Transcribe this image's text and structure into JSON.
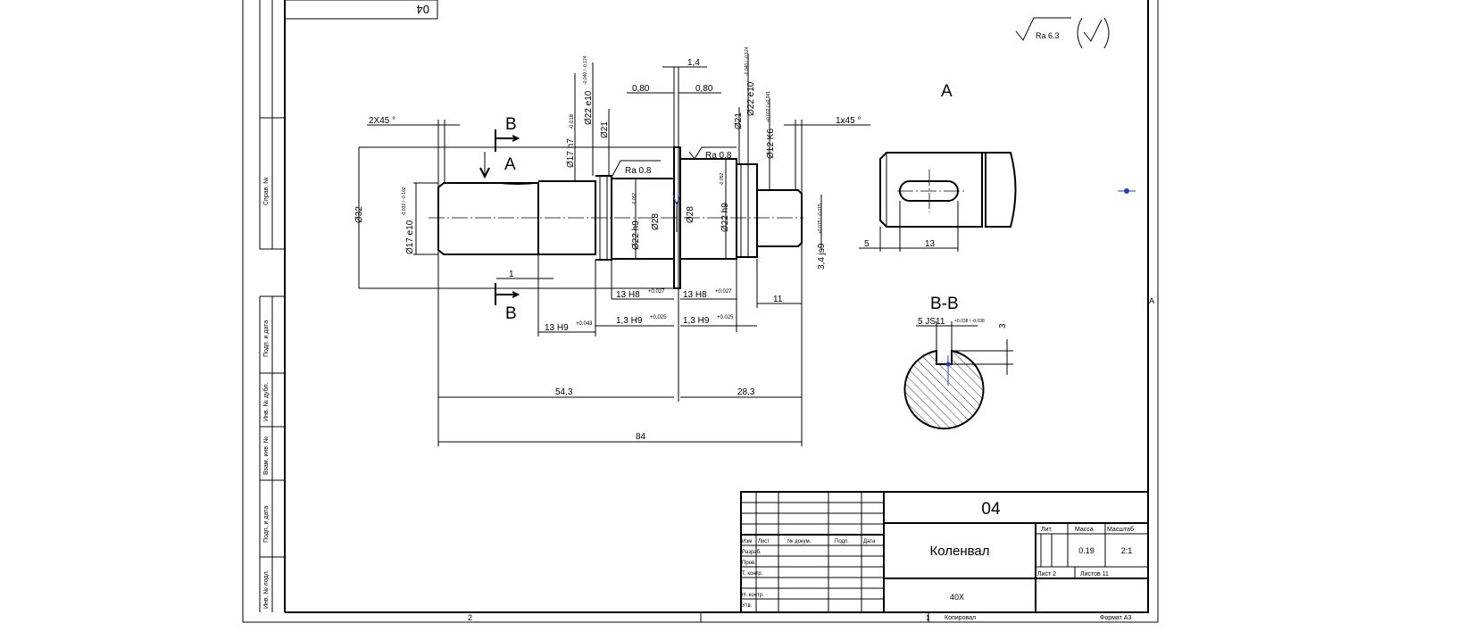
{
  "stamp": {
    "drawing_code": "04",
    "part_name": "Коленвал",
    "material": "40X",
    "mass": "0.19",
    "scale": "2:1",
    "sheet": "Лист 2",
    "sheets_total": "Листов 11",
    "col_lit": "Лит.",
    "col_mass": "Масса",
    "col_scale": "Масштаб",
    "hdr_izm": "Изм",
    "hdr_list": "Лист",
    "hdr_doc": "№ докум.",
    "hdr_sign": "Подп.",
    "hdr_date": "Дата",
    "role_razrab": "Разраб.",
    "role_prov": "Пров.",
    "role_tkontr": "Т. контр.",
    "role_nkontr": "Н. контр.",
    "role_utv": "Утв.",
    "copied": "Копировал",
    "format": "Формат А3",
    "bottom_left_num": "2",
    "bottom_mid_num": "1"
  },
  "left_strip": {
    "sprav": "Справ. №",
    "podp_data_1": "Подп. и дата",
    "inv_dubl": "Инв. № дубл.",
    "vzam_inv": "Взам. инв. №",
    "podp_data_2": "Подп. и дата",
    "inv_podl": "Инв. № подл.",
    "top_box": "04"
  },
  "roughness": {
    "general": "Ra 6.3",
    "local_1": "Ra 0.8",
    "local_2": "Ra 0.8"
  },
  "views": {
    "view_a": "A",
    "section_bb": "B-B",
    "cut_a_label": "A",
    "cut_b_top": "B",
    "cut_b_bottom": "B",
    "right_edge_mark": "A"
  },
  "dimensions": {
    "chamfer_left": "2X45 °",
    "chamfer_right": "1x45 °",
    "d32": "Ø32",
    "d17e10": "Ø17 e10",
    "d17e10_tol": "-0.032 / -0.102",
    "d17h7": "Ø17 h7",
    "d17h7_tol": "-0.018",
    "d22e10_left": "Ø22 e10",
    "d22e10_left_tol": "-0.040 / -0.124",
    "d21_left": "Ø21",
    "d22h9_left": "Ø22 h9",
    "d22h9_left_tol": "-0.052",
    "d28_a": "Ø28",
    "d28_b": "Ø28",
    "d22h9_right": "Ø22 h9",
    "d22h9_right_tol": "-0.052",
    "d21_right": "Ø21",
    "d22e10_right": "Ø22 e10",
    "d22e10_right_tol": "-0.040 / -0.124",
    "d12k6": "Ø12 K6",
    "d12k6_tol": "+0.012 / +0.001",
    "groove_080_left": "0,80",
    "groove_080_right": "0,80",
    "collar_14": "1,4",
    "dim_1": "1",
    "w13h8_left": "13 H8",
    "w13h8_left_tol": "+0.027",
    "w13h8_right": "13 H8",
    "w13h8_right_tol": "+0.027",
    "w13h9": "13 H9",
    "w13h9_tol": "+0.043",
    "w13h9_left": "1,3 H9",
    "w13h9_left_tol": "+0.025",
    "w13h9_right": "1,3 H9",
    "w13h9_right_tol": "+0.025",
    "dim_11": "11",
    "dim_543": "54,3",
    "dim_283": "28,3",
    "dim_84": "84",
    "dim_34js9": "3,4 js9",
    "dim_34js9_tol": "+0.015 / -0.015",
    "view_a_5": "5",
    "view_a_13": "13",
    "bb_5js11": "5 JS11",
    "bb_5js11_tol": "+0.038 / -0.038",
    "bb_3": "3"
  }
}
